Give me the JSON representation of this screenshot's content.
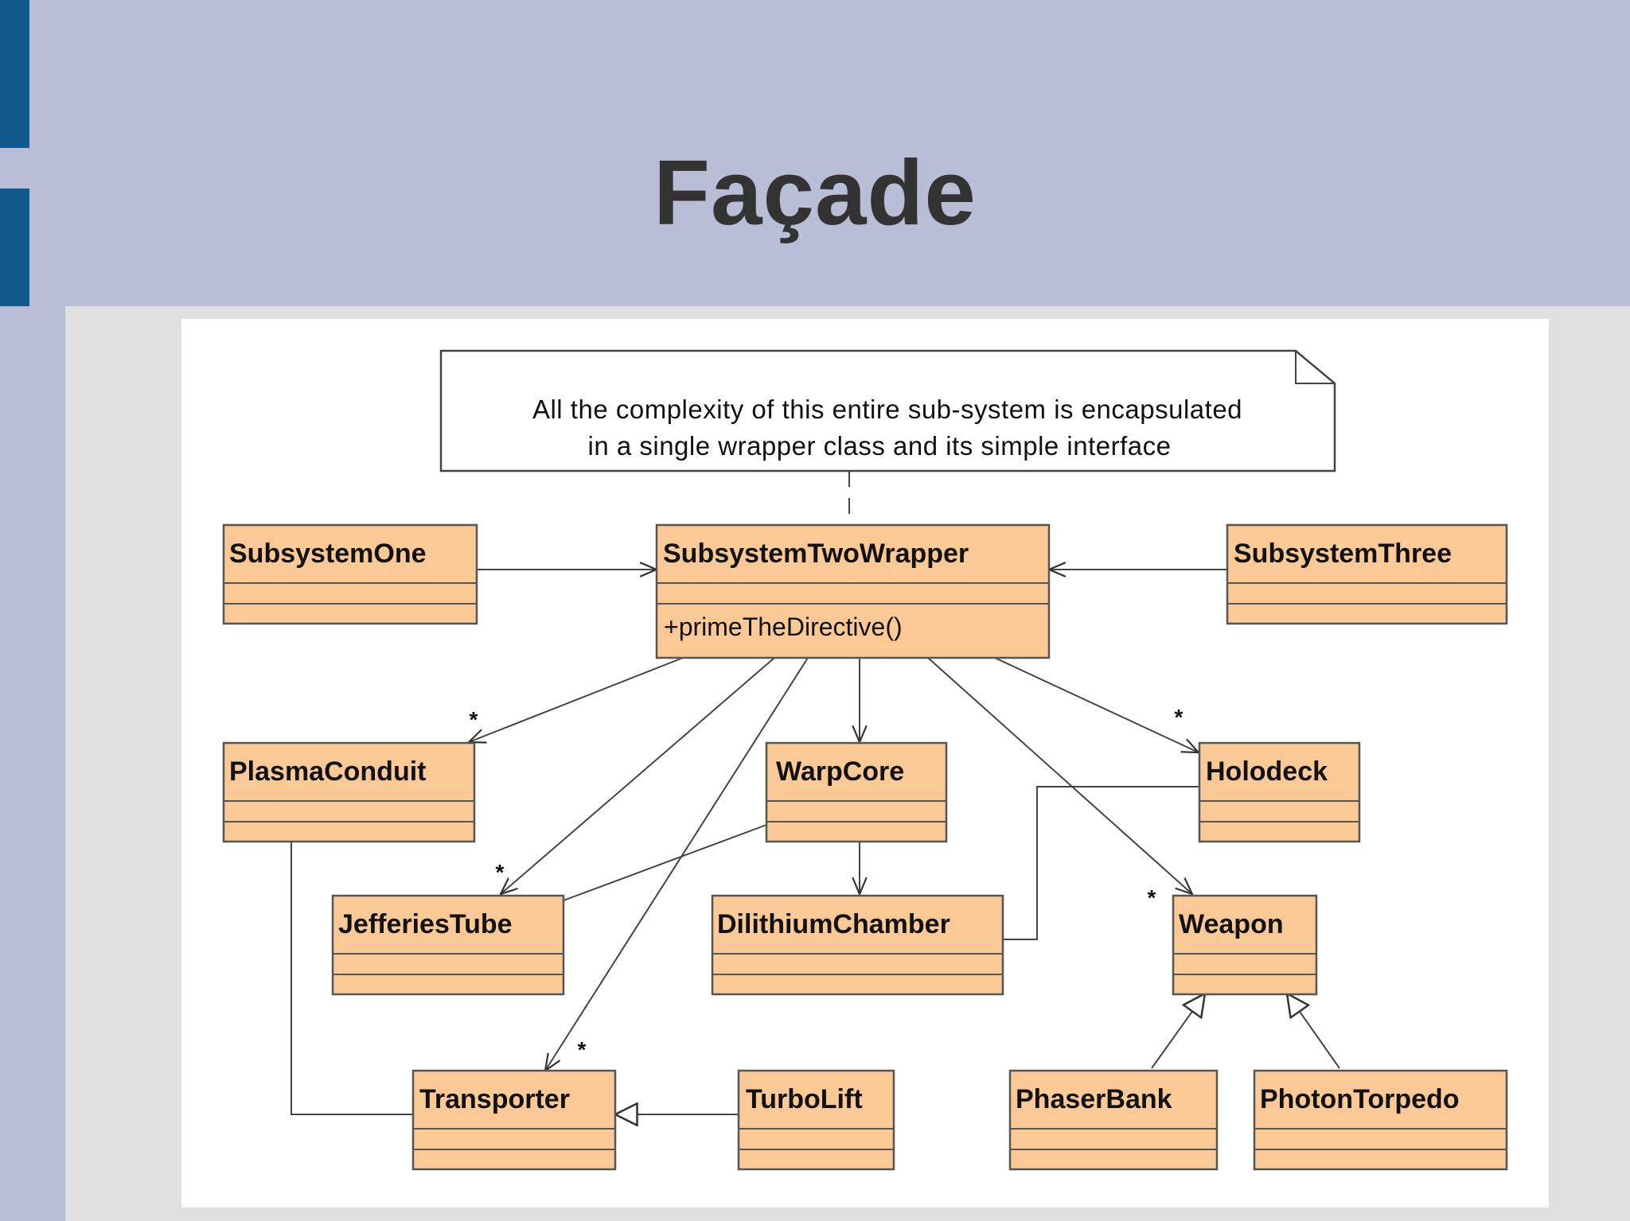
{
  "slide": {
    "title": "Façade",
    "colors": {
      "header": "#b9bdd6",
      "side_bars": "#135a8e",
      "panel": "#e0e0e0",
      "class_fill": "#fbc995",
      "class_stroke": "#555555"
    }
  },
  "diagram": {
    "note": {
      "line1": "All the complexity of this entire sub-system is encapsulated",
      "line2": "in a single wrapper class and its simple interface"
    },
    "classes": {
      "subsystem_one": "SubsystemOne",
      "subsystem_two_wrapper": "SubsystemTwoWrapper",
      "subsystem_three": "SubsystemThree",
      "plasma_conduit": "PlasmaConduit",
      "warp_core": "WarpCore",
      "holodeck": "Holodeck",
      "jefferies_tube": "JefferiesTube",
      "dilithium_chamber": "DilithiumChamber",
      "weapon": "Weapon",
      "transporter": "Transporter",
      "turbo_lift": "TurboLift",
      "phaser_bank": "PhaserBank",
      "photon_torpedo": "PhotonTorpedo"
    },
    "operations": {
      "wrapper_op": "+primeTheDirective()"
    },
    "multiplicity": {
      "many": "*"
    }
  }
}
